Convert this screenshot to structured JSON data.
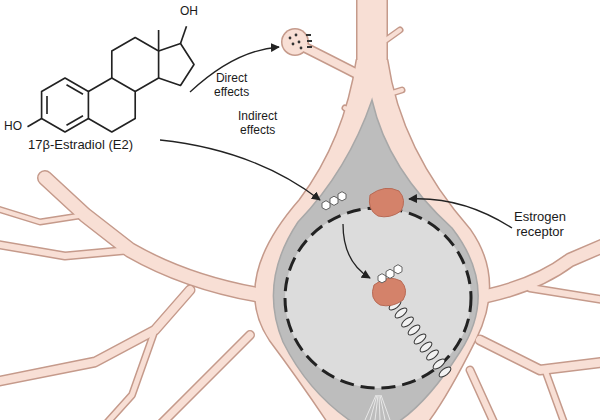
{
  "diagram": {
    "labels": [
      "OH",
      "HO",
      "17β-Estradiol (E2)",
      "Direct effects",
      "Indirect effects",
      "Estrogen receptor"
    ]
  }
}
